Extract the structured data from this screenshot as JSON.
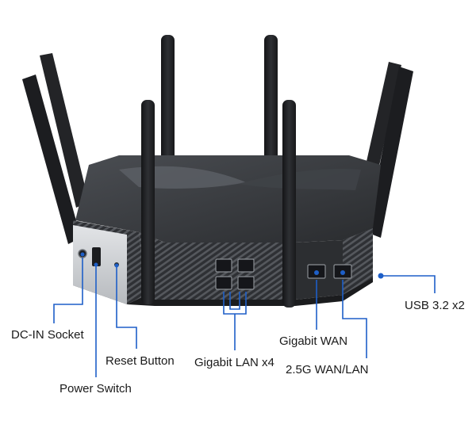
{
  "callouts": {
    "dc_in": "DC-IN Socket",
    "power_switch": "Power Switch",
    "reset_button": "Reset Button",
    "gigabit_lan": "Gigabit LAN x4",
    "gigabit_wan": "Gigabit WAN",
    "wan_lan_25g": "2.5G WAN/LAN",
    "usb": "USB 3.2 x2"
  },
  "colors": {
    "callout_line": "#1e5fc8",
    "chassis_dark": "#2b2d30",
    "chassis_grille": "#3a3c40",
    "front_panel": "#c9ccd0",
    "antenna": "#1f2023"
  }
}
